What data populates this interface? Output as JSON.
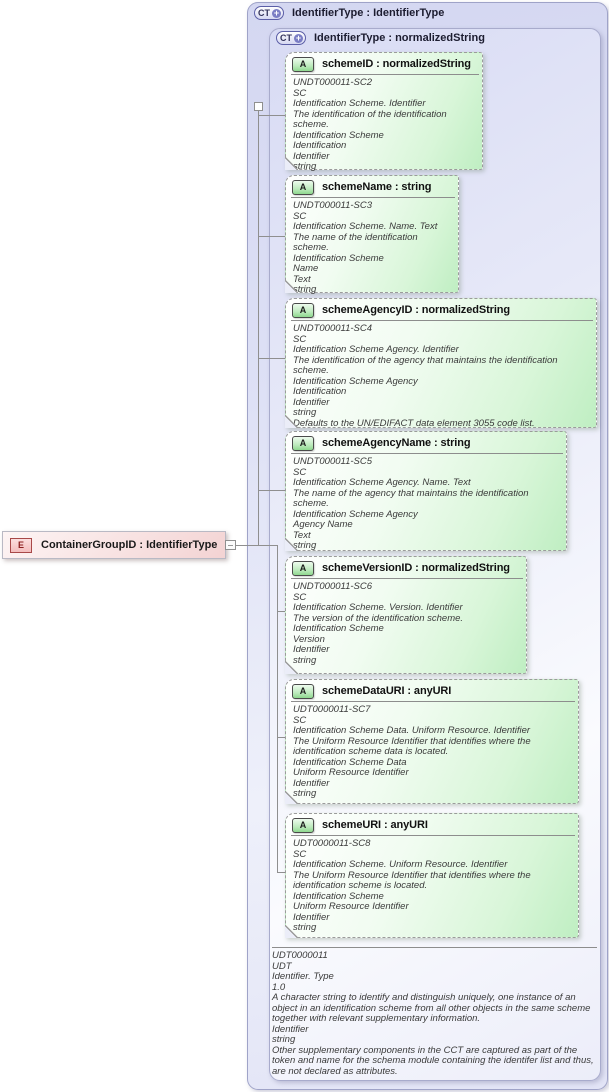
{
  "element": {
    "label": "ContainerGroupID : IdentifierType"
  },
  "outer": {
    "label": "IdentifierType : IdentifierType"
  },
  "inner": {
    "label": "IdentifierType : normalizedString"
  },
  "icons": {
    "complex_type": "CT",
    "plus": "+",
    "attribute": "A",
    "element": "E"
  },
  "colors": {
    "container_lavender": "#d8dbf4",
    "attribute_green": "#c9f1c9",
    "element_pink": "#f8e2e2",
    "connector_line": "#8f8f8f"
  },
  "attributes": [
    {
      "title": "schemeID : normalizedString",
      "doc": [
        "UNDT000011-SC2",
        "SC",
        "Identification Scheme. Identifier",
        "The identification of the identification scheme.",
        "Identification Scheme",
        "Identification",
        "Identifier",
        "string"
      ]
    },
    {
      "title": "schemeName : string",
      "doc": [
        "UNDT000011-SC3",
        "SC",
        "Identification Scheme. Name. Text",
        "The name of the identification scheme.",
        "Identification Scheme",
        "Name",
        "Text",
        "string"
      ]
    },
    {
      "title": "schemeAgencyID : normalizedString",
      "doc": [
        "UNDT000011-SC4",
        "SC",
        "Identification Scheme Agency. Identifier",
        "The identification of the agency that maintains the identification scheme.",
        "Identification Scheme Agency",
        "Identification",
        "Identifier",
        "string",
        "Defaults to the UN/EDIFACT data element 3055 code list."
      ]
    },
    {
      "title": "schemeAgencyName : string",
      "doc": [
        "UNDT000011-SC5",
        "SC",
        "Identification Scheme Agency. Name. Text",
        "The name of the agency that maintains the identification scheme.",
        "Identification Scheme Agency",
        "Agency Name",
        "Text",
        "string"
      ]
    },
    {
      "title": "schemeVersionID : normalizedString",
      "doc": [
        "UNDT000011-SC6",
        "SC",
        "Identification Scheme. Version. Identifier",
        "The version of the identification scheme.",
        "Identification Scheme",
        "Version",
        "Identifier",
        "string"
      ]
    },
    {
      "title": "schemeDataURI : anyURI",
      "doc": [
        "UDT0000011-SC7",
        "SC",
        "Identification Scheme Data. Uniform Resource. Identifier",
        "The Uniform Resource Identifier that identifies where the identification scheme data is located.",
        "Identification Scheme Data",
        "Uniform Resource Identifier",
        "Identifier",
        "string"
      ]
    },
    {
      "title": "schemeURI : anyURI",
      "doc": [
        "UDT0000011-SC8",
        "SC",
        "Identification Scheme. Uniform Resource. Identifier",
        "The Uniform Resource Identifier that identifies where the identification scheme is located.",
        "Identification Scheme",
        "Uniform Resource Identifier",
        "Identifier",
        "string"
      ]
    }
  ],
  "type_doc": [
    "UDT0000011",
    "UDT",
    "Identifier. Type",
    "1.0",
    "A character string to identify and distinguish uniquely, one instance of an object in an identification scheme from all other objects in the same scheme together with relevant supplementary information.",
    "Identifier",
    "string",
    "Other supplementary components in the CCT are captured as part of the token and name for the schema module containing the identifer list and thus, are not declared as attributes."
  ]
}
